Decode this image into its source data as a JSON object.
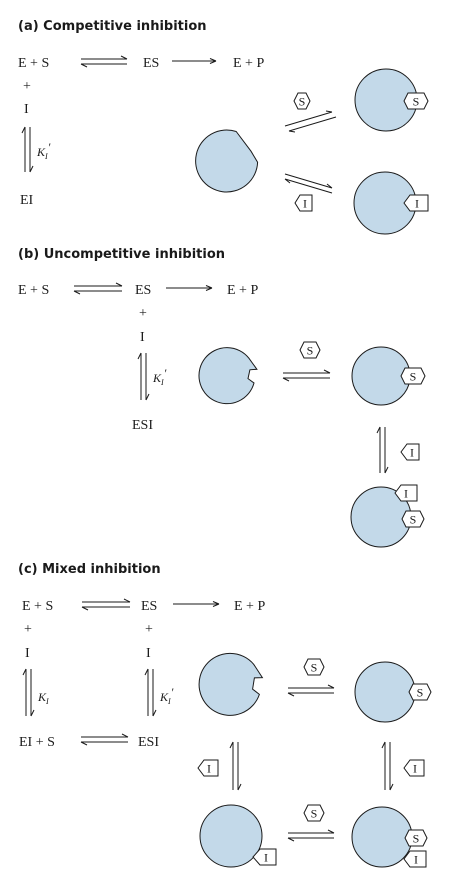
{
  "sections": {
    "a": {
      "title": "(a) Competitive inhibition",
      "eq": {
        "e_s": "E + S",
        "es": "ES",
        "e_p": "E + P",
        "plus": "+",
        "i": "I",
        "ei": "EI"
      },
      "k": "K",
      "k_sub": "I",
      "k_prime": "′"
    },
    "b": {
      "title": "(b) Uncompetitive inhibition",
      "eq": {
        "e_s": "E + S",
        "es": "ES",
        "e_p": "E + P",
        "plus": "+",
        "i": "I",
        "esi": "ESI"
      },
      "k": "K",
      "k_sub": "I",
      "k_prime": "′"
    },
    "c": {
      "title": "(c) Mixed inhibition",
      "eq": {
        "e_s": "E + S",
        "es": "ES",
        "e_p": "E + P",
        "plus_left": "+",
        "plus_right": "+",
        "i_left": "I",
        "i_right": "I",
        "ei_s": "EI + S",
        "esi": "ESI"
      },
      "k1": "K",
      "k1_sub": "I",
      "k2": "K",
      "k2_sub": "I",
      "k2_prime": "′"
    }
  },
  "molecule_labels": {
    "substrate": "S",
    "inhibitor": "I"
  },
  "colors": {
    "enzyme_fill": "#c3d9e9",
    "outline": "#1a1a1a",
    "background": "#ffffff"
  }
}
